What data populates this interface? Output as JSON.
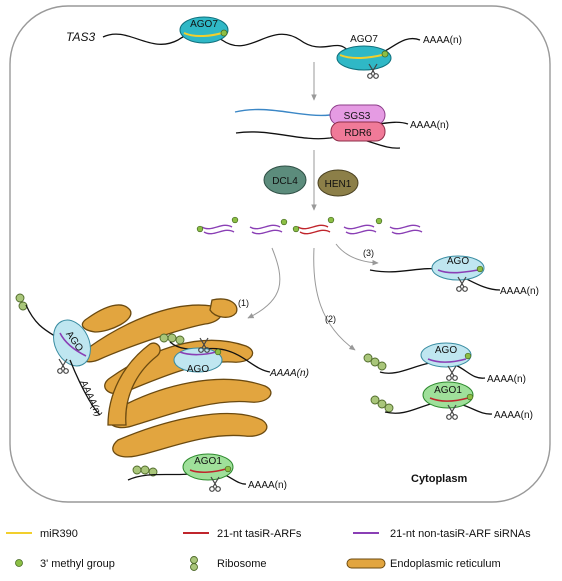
{
  "gene": "TAS3",
  "proteins": {
    "ago7": "AGO7",
    "sgs3": "SGS3",
    "rdr6": "RDR6",
    "dcl4": "DCL4",
    "hen1": "HEN1",
    "ago": "AGO",
    "ago1": "AGO1"
  },
  "polya": "AAAA(n)",
  "pathways": {
    "p1": "(1)",
    "p2": "(2)",
    "p3": "(3)"
  },
  "compartment": "Cytoplasm",
  "legend": [
    {
      "label": "miR390",
      "color": "#f2cf2d"
    },
    {
      "label": "21-nt tasiR-ARFs",
      "color": "#c0252c"
    },
    {
      "label": "21-nt non-tasiR-ARF siRNAs",
      "color": "#8a3fb5"
    },
    {
      "label": "3' methyl group",
      "color": "#8cbf45"
    },
    {
      "label": "Ribosome",
      "color": "#a9c67a"
    },
    {
      "label": "Endoplasmic reticulum",
      "color": "#e2a53f"
    }
  ],
  "colors": {
    "ago7": "#2fb8c6",
    "ago": "#bfe6f0",
    "ago1": "#9fe09a",
    "sgs3": "#e59be3",
    "rdr6": "#f07a98",
    "dcl4": "#5c8c7c",
    "hen1": "#8c7f48",
    "er": "#e2a53f",
    "rnaBlue": "#3b87c6"
  }
}
